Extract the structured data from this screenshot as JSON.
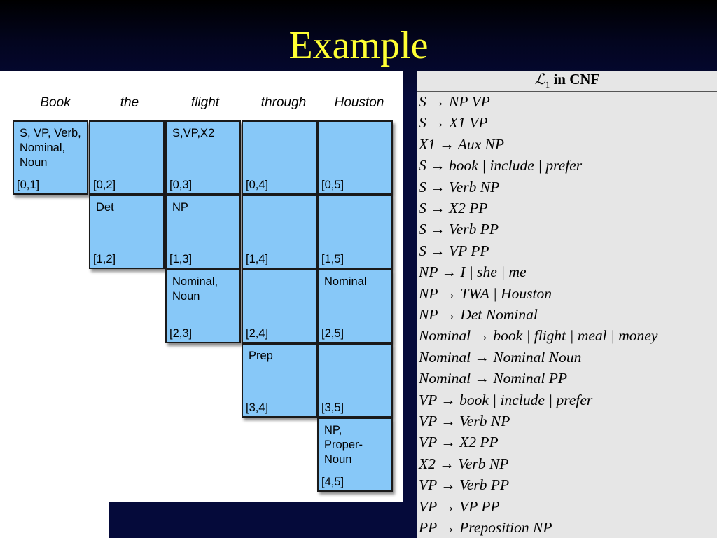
{
  "title": "Example",
  "chart": {
    "words": [
      "Book",
      "the",
      "flight",
      "through",
      "Houston"
    ],
    "cells": [
      {
        "id": "0-1",
        "cat": "S, VP, Verb,\nNominal,\nNoun",
        "span": "[0,1]"
      },
      {
        "id": "0-2",
        "cat": "",
        "span": "[0,2]"
      },
      {
        "id": "0-3",
        "cat": "S,VP,X2",
        "span": "[0,3]"
      },
      {
        "id": "0-4",
        "cat": "",
        "span": "[0,4]"
      },
      {
        "id": "0-5",
        "cat": "",
        "span": "[0,5]"
      },
      {
        "id": "1-2",
        "cat": "Det",
        "span": "[1,2]"
      },
      {
        "id": "1-3",
        "cat": "NP",
        "span": "[1,3]"
      },
      {
        "id": "1-4",
        "cat": "",
        "span": "[1,4]"
      },
      {
        "id": "1-5",
        "cat": "",
        "span": "[1,5]"
      },
      {
        "id": "2-3",
        "cat": "Nominal,\nNoun",
        "span": "[2,3]"
      },
      {
        "id": "2-4",
        "cat": "",
        "span": "[2,4]"
      },
      {
        "id": "2-5",
        "cat": "Nominal",
        "span": "[2,5]"
      },
      {
        "id": "3-4",
        "cat": "Prep",
        "span": "[3,4]"
      },
      {
        "id": "3-5",
        "cat": "",
        "span": "[3,5]"
      },
      {
        "id": "4-5",
        "cat": "NP,\nProper-\nNoun",
        "span": "[4,5]"
      }
    ]
  },
  "grammar": {
    "title_script": "ℒ",
    "title_sub": "1",
    "title_rest": " in CNF",
    "rules": [
      "S  →  NP VP",
      "S  →  X1 VP",
      "X1  →  Aux NP",
      "S  →  book |  include |  prefer",
      "S  →  Verb NP",
      "S  →  X2 PP",
      "S  →  Verb PP",
      "S  →  VP PP",
      "NP  →  I |  she |  me",
      "NP  →  TWA |  Houston",
      "NP  →  Det Nominal",
      "Nominal  →  book |  flight |  meal |  money",
      "Nominal  →  Nominal Noun",
      "Nominal  →  Nominal PP",
      "VP  →  book |  include |  prefer",
      "VP  →  Verb NP",
      "VP  →  X2 PP",
      "X2  →  Verb NP",
      "VP  →  Verb PP",
      "VP  →  VP PP",
      "PP  →  Preposition NP"
    ]
  }
}
